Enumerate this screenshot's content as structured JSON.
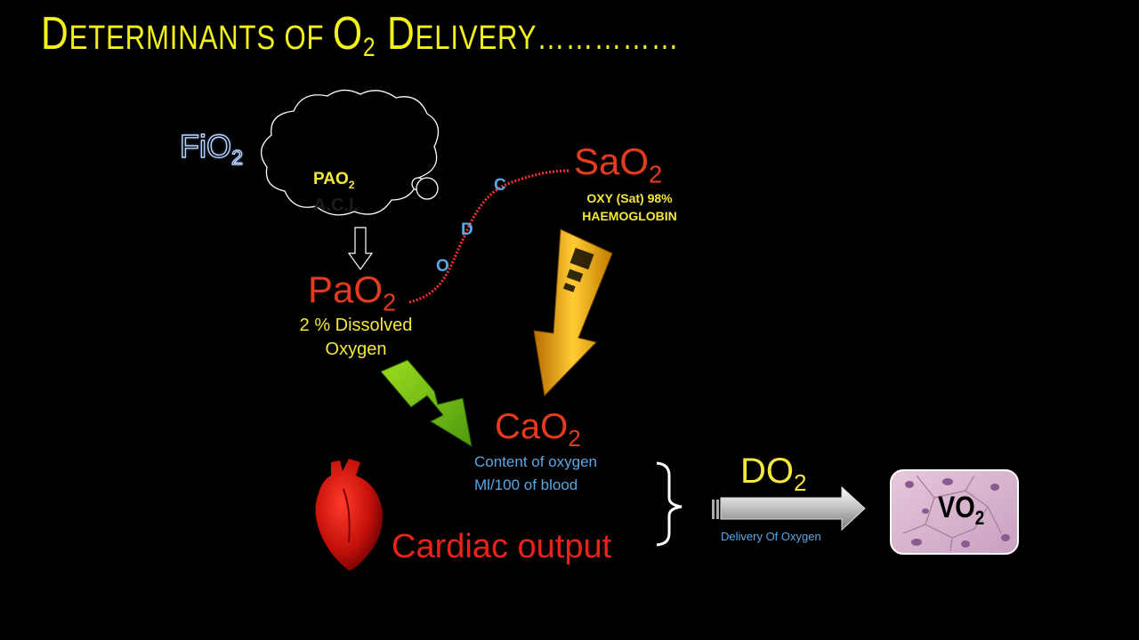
{
  "title": {
    "part1_cap": "D",
    "part1_rest": "ETERMINANTS OF ",
    "o_letter": "O",
    "o_sub": "2",
    "part2_cap": " D",
    "part2_rest": "ELIVERY",
    "trail": "……………"
  },
  "fio2": {
    "base": "FiO",
    "sub": "2"
  },
  "cloud": {
    "label_base": "PAO",
    "label_sub": "2",
    "note": "A.C.I."
  },
  "pao2": {
    "base": "PaO",
    "sub": "2",
    "line1": "2 % Dissolved",
    "line2": "Oxygen"
  },
  "sao2": {
    "base": "SaO",
    "sub": "2",
    "line1": "OXY (Sat) 98%",
    "line2": "HAEMOGLOBIN"
  },
  "curve_letters": {
    "o": "O",
    "d": "D",
    "c": "C"
  },
  "cao2": {
    "base": "CaO",
    "sub": "2",
    "line1": "Content of oxygen",
    "line2": "Ml/100 of blood"
  },
  "cardiac": {
    "label": "Cardiac output"
  },
  "do2": {
    "base": "DO",
    "sub": "2",
    "arrow_label": "Delivery Of Oxygen"
  },
  "vo2": {
    "base": "VO",
    "sub": "2"
  },
  "colors": {
    "title": "#f2f21a",
    "red": "#e43b1e",
    "yellow": "#f5e83b",
    "blue": "#5aa7e6",
    "cloud": "#000000"
  }
}
